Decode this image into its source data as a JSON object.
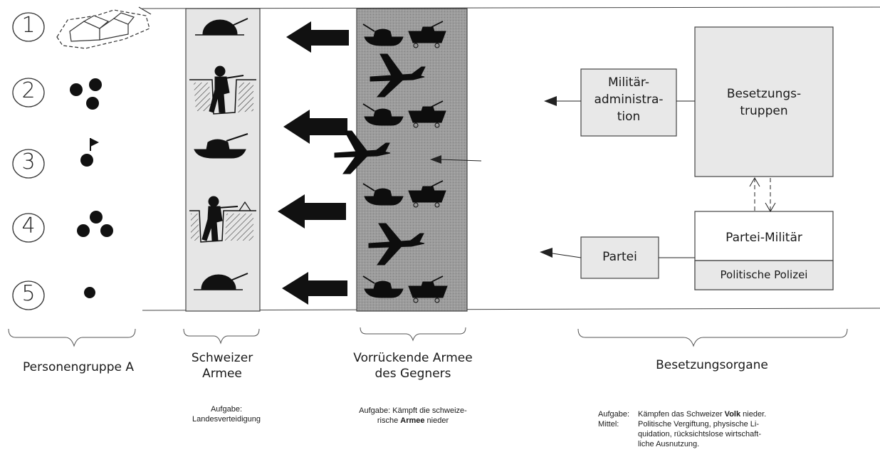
{
  "group_numbers": [
    "1",
    "2",
    "3",
    "4",
    "5"
  ],
  "columns": {
    "persons": {
      "label": "Personengruppe A"
    },
    "swiss_army": {
      "label_line1": "Schweizer",
      "label_line2": "Armee",
      "task_label": "Aufgabe:",
      "task_text": "Landesverteidigung"
    },
    "enemy_army": {
      "label_line1": "Vorrückende Armee",
      "label_line2": "des Gegners",
      "task_line1": "Aufgabe: Kämpft die schweize-",
      "task_line2_pre": "rische ",
      "task_line2_bold": "Armee",
      "task_line2_post": " nieder"
    },
    "occupation": {
      "label": "Besetzungsorgane"
    }
  },
  "boxes": {
    "military_admin": {
      "line1": "Militär-",
      "line2": "administra-",
      "line3": "tion"
    },
    "occupation_troops": {
      "line1": "Besetzungs-",
      "line2": "truppen"
    },
    "party_military": {
      "label": "Partei-Militär"
    },
    "political_police": {
      "label": "Politische Polizei"
    },
    "party": {
      "label": "Partei"
    }
  },
  "occupation_task": {
    "task_key": "Aufgabe:",
    "task_pre": "Kämpfen das Schweizer ",
    "task_bold": "Volk",
    "task_post": " nieder.",
    "means_key": "Mittel:",
    "means_line1": "Politische Vergiftung, physische Li-",
    "means_line2": "quidation, rücksichtslose wirtschaft-",
    "means_line3": "liche Ausnutzung."
  }
}
